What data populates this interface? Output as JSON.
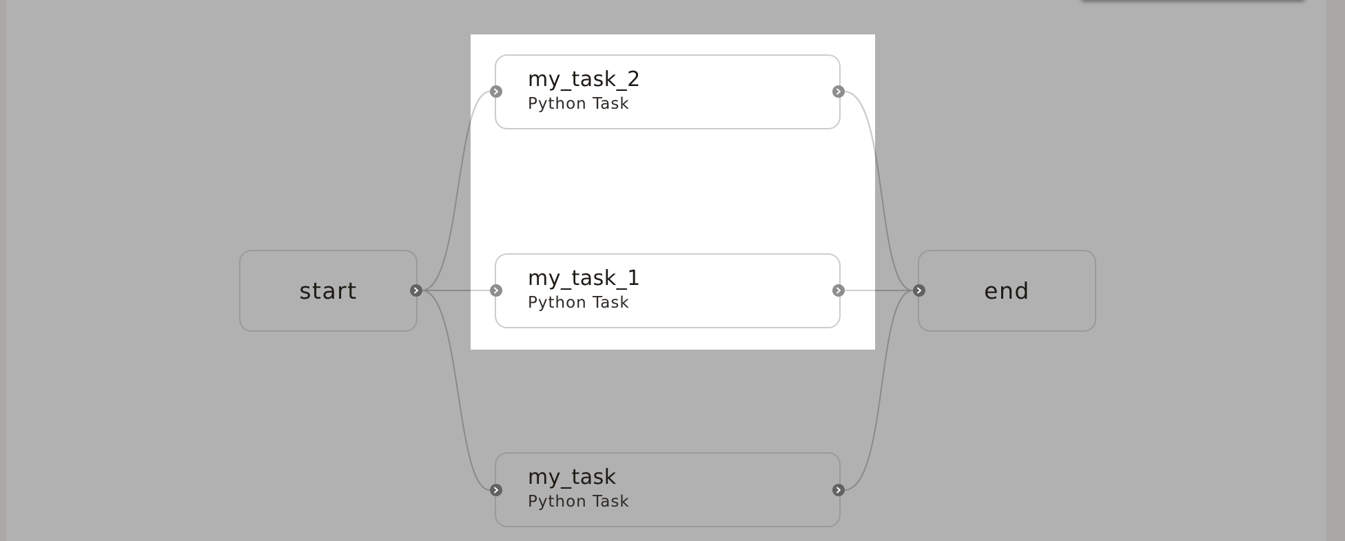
{
  "graph": {
    "nodes": {
      "start": {
        "label": "start"
      },
      "end": {
        "label": "end"
      },
      "my_task_2": {
        "title": "my_task_2",
        "subtitle": "Python Task"
      },
      "my_task_1": {
        "title": "my_task_1",
        "subtitle": "Python Task"
      },
      "my_task": {
        "title": "my_task",
        "subtitle": "Python Task"
      }
    },
    "edges": [
      {
        "from": "start",
        "to": "my_task_2"
      },
      {
        "from": "start",
        "to": "my_task_1"
      },
      {
        "from": "start",
        "to": "my_task"
      },
      {
        "from": "my_task_2",
        "to": "end"
      },
      {
        "from": "my_task_1",
        "to": "end"
      },
      {
        "from": "my_task",
        "to": "end"
      }
    ],
    "highlighted_nodes": [
      "my_task_2",
      "my_task_1"
    ]
  },
  "icons": {
    "port": "chevron-right-icon"
  },
  "colors": {
    "canvas": "#b1b1b1",
    "highlight": "#ffffff",
    "dim_edge": "#8a8a8a",
    "lit_edge": "#cfcfcf",
    "dim_port": "#626262",
    "lit_port": "#8e8e8e",
    "text": "#1e1a16"
  }
}
